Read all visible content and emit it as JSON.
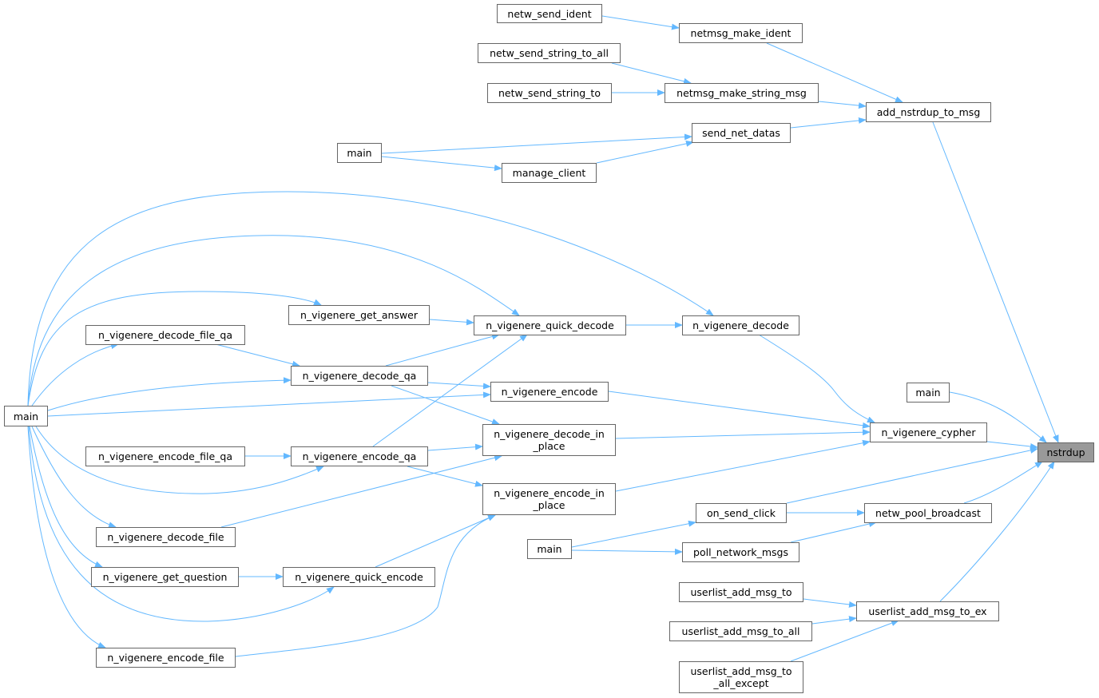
{
  "colors": {
    "edge": "#63b8ff",
    "node_border": "#666666",
    "focus_fill": "#999999"
  },
  "nodes": [
    {
      "lines": [
        "netw_send_ident"
      ]
    },
    {
      "lines": [
        "netmsg_make_ident"
      ]
    },
    {
      "lines": [
        "netw_send_string_to_all"
      ]
    },
    {
      "lines": [
        "netw_send_string_to"
      ]
    },
    {
      "lines": [
        "netmsg_make_string_msg"
      ]
    },
    {
      "lines": [
        "add_nstrdup_to_msg"
      ]
    },
    {
      "lines": [
        "send_net_datas"
      ]
    },
    {
      "lines": [
        "main"
      ]
    },
    {
      "lines": [
        "manage_client"
      ]
    },
    {
      "lines": [
        "n_vigenere_get_answer"
      ]
    },
    {
      "lines": [
        "n_vigenere_quick_decode"
      ]
    },
    {
      "lines": [
        "n_vigenere_decode"
      ]
    },
    {
      "lines": [
        "n_vigenere_decode_file_qa"
      ]
    },
    {
      "lines": [
        "n_vigenere_decode_qa"
      ]
    },
    {
      "lines": [
        "n_vigenere_encode"
      ]
    },
    {
      "lines": [
        "main"
      ]
    },
    {
      "lines": [
        "main"
      ]
    },
    {
      "lines": [
        "n_vigenere_decode_in",
        "_place"
      ]
    },
    {
      "lines": [
        "n_vigenere_cypher"
      ]
    },
    {
      "lines": [
        "nstrdup"
      ],
      "focus": true
    },
    {
      "lines": [
        "n_vigenere_encode_file_qa"
      ]
    },
    {
      "lines": [
        "n_vigenere_encode_qa"
      ]
    },
    {
      "lines": [
        "n_vigenere_encode_in",
        "_place"
      ]
    },
    {
      "lines": [
        "on_send_click"
      ]
    },
    {
      "lines": [
        "netw_pool_broadcast"
      ]
    },
    {
      "lines": [
        "n_vigenere_decode_file"
      ]
    },
    {
      "lines": [
        "main"
      ]
    },
    {
      "lines": [
        "poll_network_msgs"
      ]
    },
    {
      "lines": [
        "n_vigenere_get_question"
      ]
    },
    {
      "lines": [
        "n_vigenere_quick_encode"
      ]
    },
    {
      "lines": [
        "userlist_add_msg_to"
      ]
    },
    {
      "lines": [
        "userlist_add_msg_to_ex"
      ]
    },
    {
      "lines": [
        "userlist_add_msg_to_all"
      ]
    },
    {
      "lines": [
        "n_vigenere_encode_file"
      ]
    },
    {
      "lines": [
        "userlist_add_msg_to",
        "_all_except"
      ]
    }
  ],
  "edges": [
    [
      0,
      1
    ],
    [
      2,
      4
    ],
    [
      3,
      4
    ],
    [
      1,
      5
    ],
    [
      4,
      5
    ],
    [
      6,
      5
    ],
    [
      7,
      6
    ],
    [
      7,
      8
    ],
    [
      8,
      6
    ],
    [
      5,
      19
    ],
    [
      16,
      11
    ],
    [
      16,
      10
    ],
    [
      16,
      9
    ],
    [
      9,
      10
    ],
    [
      10,
      11
    ],
    [
      16,
      12
    ],
    [
      12,
      13
    ],
    [
      16,
      13
    ],
    [
      13,
      10
    ],
    [
      13,
      14
    ],
    [
      16,
      14
    ],
    [
      13,
      17
    ],
    [
      21,
      10
    ],
    [
      20,
      21
    ],
    [
      16,
      21
    ],
    [
      21,
      17
    ],
    [
      21,
      22
    ],
    [
      25,
      17
    ],
    [
      16,
      25
    ],
    [
      16,
      28
    ],
    [
      28,
      29
    ],
    [
      16,
      29
    ],
    [
      29,
      22
    ],
    [
      33,
      22
    ],
    [
      16,
      33
    ],
    [
      11,
      18
    ],
    [
      14,
      18
    ],
    [
      17,
      18
    ],
    [
      22,
      18
    ],
    [
      15,
      19
    ],
    [
      18,
      19
    ],
    [
      23,
      19
    ],
    [
      24,
      19
    ],
    [
      31,
      19
    ],
    [
      26,
      23
    ],
    [
      26,
      27
    ],
    [
      23,
      24
    ],
    [
      27,
      24
    ],
    [
      30,
      31
    ],
    [
      32,
      31
    ],
    [
      34,
      31
    ]
  ]
}
